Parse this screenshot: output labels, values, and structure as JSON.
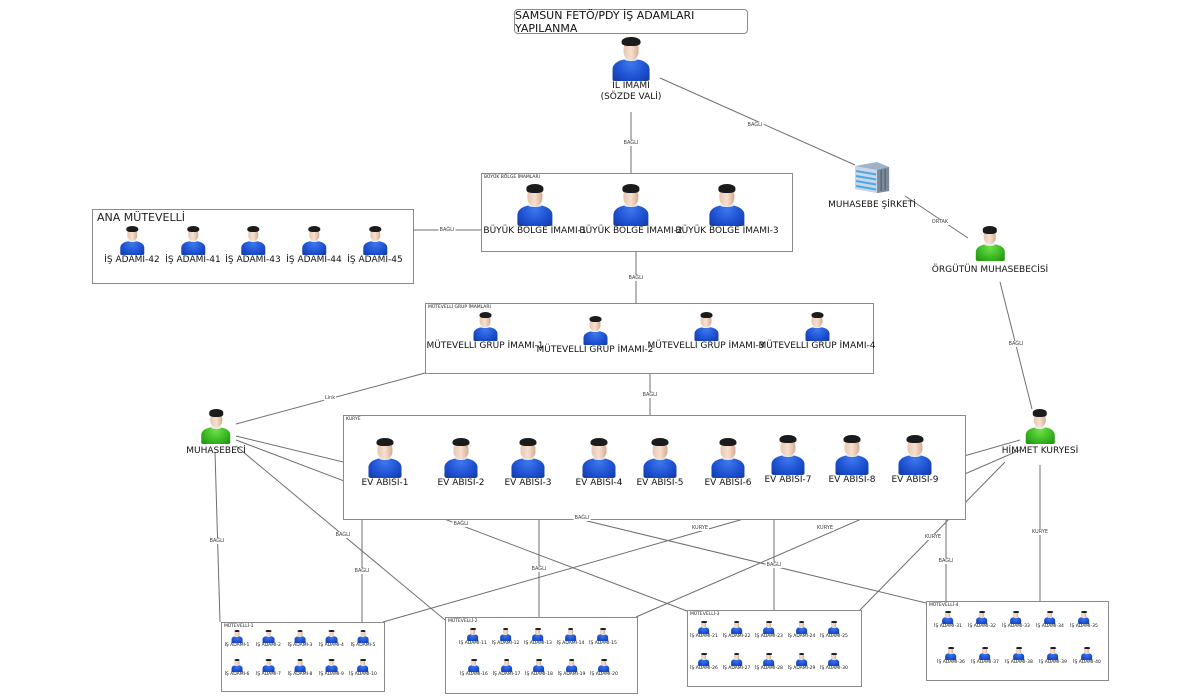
{
  "title": "SAMSUN FETÖ/PDY İŞ ADAMLARI YAPILANMA",
  "colors": {
    "regular_member": "#1d4fd0",
    "accountant_role": "#37b520",
    "line": "#6f6f6f",
    "border": "#8a8a8a"
  },
  "nodes": {
    "il_imami": {
      "line1": "İL İMAMI",
      "line2": "(SÖZDE VALİ)",
      "icon": "person-blue-icon"
    },
    "muhasebe_sirketi": {
      "label": "MUHASEBE ŞİRKETİ",
      "icon": "office-building-icon"
    },
    "orgutun_muhasebecisi": {
      "label": "ÖRGÜTÜN MUHASEBECİSİ",
      "icon": "person-green-icon"
    },
    "muhasebeci": {
      "label": "MUHASEBECİ",
      "icon": "person-green-icon"
    },
    "himmet_kuryesi": {
      "label": "HİMMET KURYESİ",
      "icon": "person-green-icon"
    }
  },
  "groups": {
    "buyuk_bolge": {
      "label": "BÜYÜK BÖLGE İMAMLARI",
      "members": [
        "BÜYÜK BÖLGE İMAMI-1",
        "BÜYÜK BÖLGE İMAMI-2",
        "BÜYÜK BÖLGE İMAMI-3"
      ]
    },
    "ana_mutevelli": {
      "label": "ANA MÜTEVELLİ",
      "members": [
        "İŞ ADAMI-42",
        "İŞ ADAMI-41",
        "İŞ ADAMI-43",
        "İŞ ADAMI-44",
        "İŞ ADAMI-45"
      ]
    },
    "mutevelli_grup": {
      "label": "MÜTEVELLİ GRUP İMAMLARI",
      "members": [
        "MÜTEVELLİ GRUP İMAMI-1",
        "MÜTEVELLİ GRUP İMAMI-2",
        "MÜTEVELLİ GRUP İMAMI-3",
        "MÜTEVELLİ GRUP İMAMI-4"
      ]
    },
    "kurye": {
      "label": "KURYE",
      "members": [
        "EV ABISI-1",
        "EV ABİSİ-2",
        "EV ABİSİ-3",
        "EV ABİSİ-4",
        "EV ABİSİ-5",
        "EV ABİSİ-6",
        "EV ABİSİ-7",
        "EV ABİSİ-8",
        "EV ABİSİ-9"
      ]
    },
    "mutevelli_1": {
      "label": "MÜTEVELLİ-1",
      "members": [
        "İŞ ADAMI-1",
        "İŞ ADAMI-2",
        "İŞ ADAMI-3",
        "İŞ ADAMI-4",
        "İŞ ADAMI-5",
        "İŞ ADAMI-6",
        "İŞ ADAMI-7",
        "İŞ ADAMI-8",
        "İŞ ADAMI-9",
        "İŞ ADAMI-10"
      ]
    },
    "mutevelli_2": {
      "label": "MÜTEVELLİ-2",
      "members": [
        "İŞ ADAMI-11",
        "İŞ ADAMI-12",
        "İŞ ADAMI-13",
        "İŞ ADAMI-14",
        "İŞ ADAMI-15",
        "İŞ ADAMI-16",
        "İŞ ADAMI-17",
        "İŞ ADAMI-18",
        "İŞ ADAMI-19",
        "İŞ ADAMI-20"
      ]
    },
    "mutevelli_3": {
      "label": "MÜTEVELLİ-3",
      "members": [
        "İŞ ADAMI-21",
        "İŞ ADAMI-22",
        "İŞ ADAMI-23",
        "İŞ ADAMI-24",
        "İŞ ADAMI-25",
        "İŞ ADAMI-26",
        "İŞ ADAMI-27",
        "İŞ ADAMI-28",
        "İŞ ADAMI-29",
        "İŞ ADAMI-30"
      ]
    },
    "mutevelli_4": {
      "label": "MÜTEVELLİ-4",
      "members": [
        "İŞ ADAMI-31",
        "İŞ ADAMI-32",
        "İŞ ADAMI-33",
        "İŞ ADAMI-34",
        "İŞ ADAMI-35",
        "İŞ ADAMI-36",
        "İŞ ADAMI-37",
        "İŞ ADAMI-38",
        "İŞ ADAMI-39",
        "İŞ ADAMI-40"
      ]
    }
  },
  "edges": [
    {
      "from": "İL İMAMI",
      "to": "BÜYÜK BÖLGE İMAMLARI",
      "label": "BAĞLI"
    },
    {
      "from": "İL İMAMI",
      "to": "MUHASEBE ŞİRKETİ",
      "label": "BAĞLI"
    },
    {
      "from": "MUHASEBE ŞİRKETİ",
      "to": "ÖRGÜTÜN MUHASEBECİSİ",
      "label": "ORTAK"
    },
    {
      "from": "ANA MÜTEVELLİ",
      "to": "BÜYÜK BÖLGE İMAMLARI",
      "label": "BAĞLI"
    },
    {
      "from": "BÜYÜK BÖLGE İMAMLARI",
      "to": "MÜTEVELLİ GRUP İMAMLARI",
      "label": "BAĞLI"
    },
    {
      "from": "MÜTEVELLİ GRUP İMAMLARI",
      "to": "KURYE",
      "label": "BAĞLI"
    },
    {
      "from": "MÜTEVELLİ GRUP İMAMLARI",
      "to": "MUHASEBECİ",
      "label": "Link"
    },
    {
      "from": "ÖRGÜTÜN MUHASEBECİSİ",
      "to": "HİMMET KURYESİ",
      "label": "BAĞLI"
    },
    {
      "from": "MUHASEBECİ",
      "to": "MÜTEVELLİ-1",
      "label": "BAĞLI"
    },
    {
      "from": "MUHASEBECİ",
      "to": "MÜTEVELLİ-2",
      "label": "BAĞLI"
    },
    {
      "from": "MUHASEBECİ",
      "to": "MÜTEVELLİ-3",
      "label": "BAĞLI"
    },
    {
      "from": "MUHASEBECİ",
      "to": "MÜTEVELLİ-4",
      "label": "BAĞLI"
    },
    {
      "from": "KURYE",
      "to": "MÜTEVELLİ-1",
      "label": "BAĞLI"
    },
    {
      "from": "KURYE",
      "to": "MÜTEVELLİ-2",
      "label": "BAĞLI"
    },
    {
      "from": "KURYE",
      "to": "MÜTEVELLİ-3",
      "label": "BAĞLI"
    },
    {
      "from": "KURYE",
      "to": "MÜTEVELLİ-4",
      "label": "BAĞLI"
    },
    {
      "from": "HİMMET KURYESİ",
      "to": "MÜTEVELLİ-1",
      "label": "KURYE"
    },
    {
      "from": "HİMMET KURYESİ",
      "to": "MÜTEVELLİ-2",
      "label": "KURYE"
    },
    {
      "from": "HİMMET KURYESİ",
      "to": "MÜTEVELLİ-3",
      "label": "KURYE"
    },
    {
      "from": "HİMMET KURYESİ",
      "to": "MÜTEVELLİ-4",
      "label": "KURYE"
    }
  ]
}
